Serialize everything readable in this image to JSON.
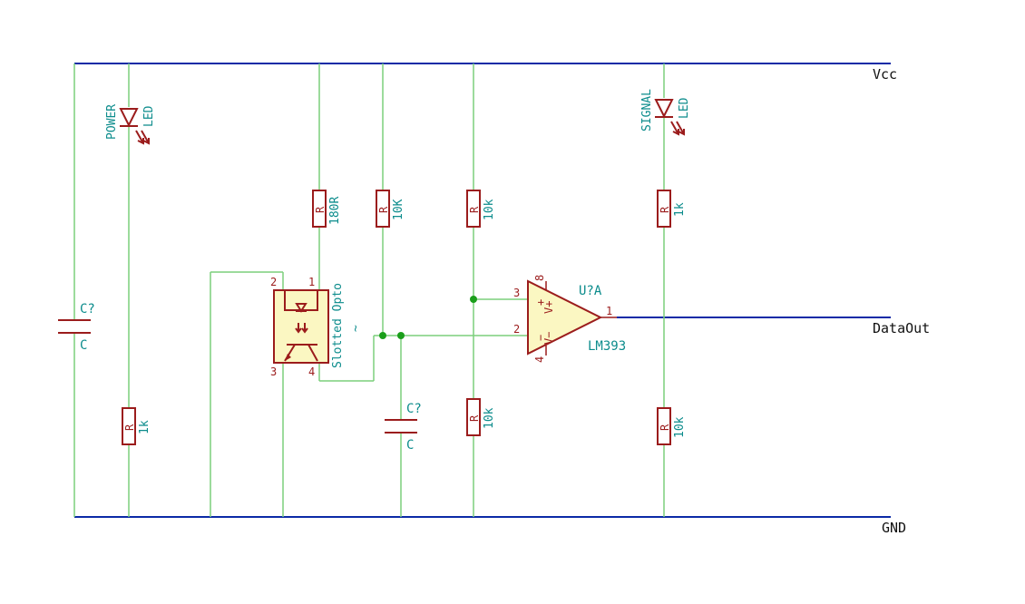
{
  "nets": {
    "vcc": "Vcc",
    "gnd": "GND",
    "out": "DataOut"
  },
  "c1": {
    "ref": "C?",
    "value": "C"
  },
  "c2": {
    "ref": "C?",
    "value": "C"
  },
  "led_power": {
    "ref": "POWER",
    "value": "LED"
  },
  "led_signal": {
    "ref": "SIGNAL",
    "value": "LED"
  },
  "r_power": {
    "ref": "R",
    "value": "1k"
  },
  "r_180": {
    "ref": "R",
    "value": "180R"
  },
  "r_10k_a": {
    "ref": "R",
    "value": "10K"
  },
  "r_10k_b": {
    "ref": "R",
    "value": "10k"
  },
  "r_10k_c": {
    "ref": "R",
    "value": "10k"
  },
  "r_sig_top": {
    "ref": "R",
    "value": "1k"
  },
  "r_sig_bot": {
    "ref": "R",
    "value": "10k"
  },
  "opto": {
    "label": "Slotted Opto",
    "ref": "~",
    "pins": [
      "2",
      "1",
      "3",
      "4"
    ]
  },
  "opamp": {
    "ref": "U?A",
    "value": "LM393",
    "pins": {
      "p8": "8",
      "p3": "3",
      "p2": "2",
      "p4": "4",
      "p1": "1"
    },
    "names": {
      "plus": "+",
      "minus": "−",
      "vplus": "V+",
      "vminus": "V−"
    }
  }
}
